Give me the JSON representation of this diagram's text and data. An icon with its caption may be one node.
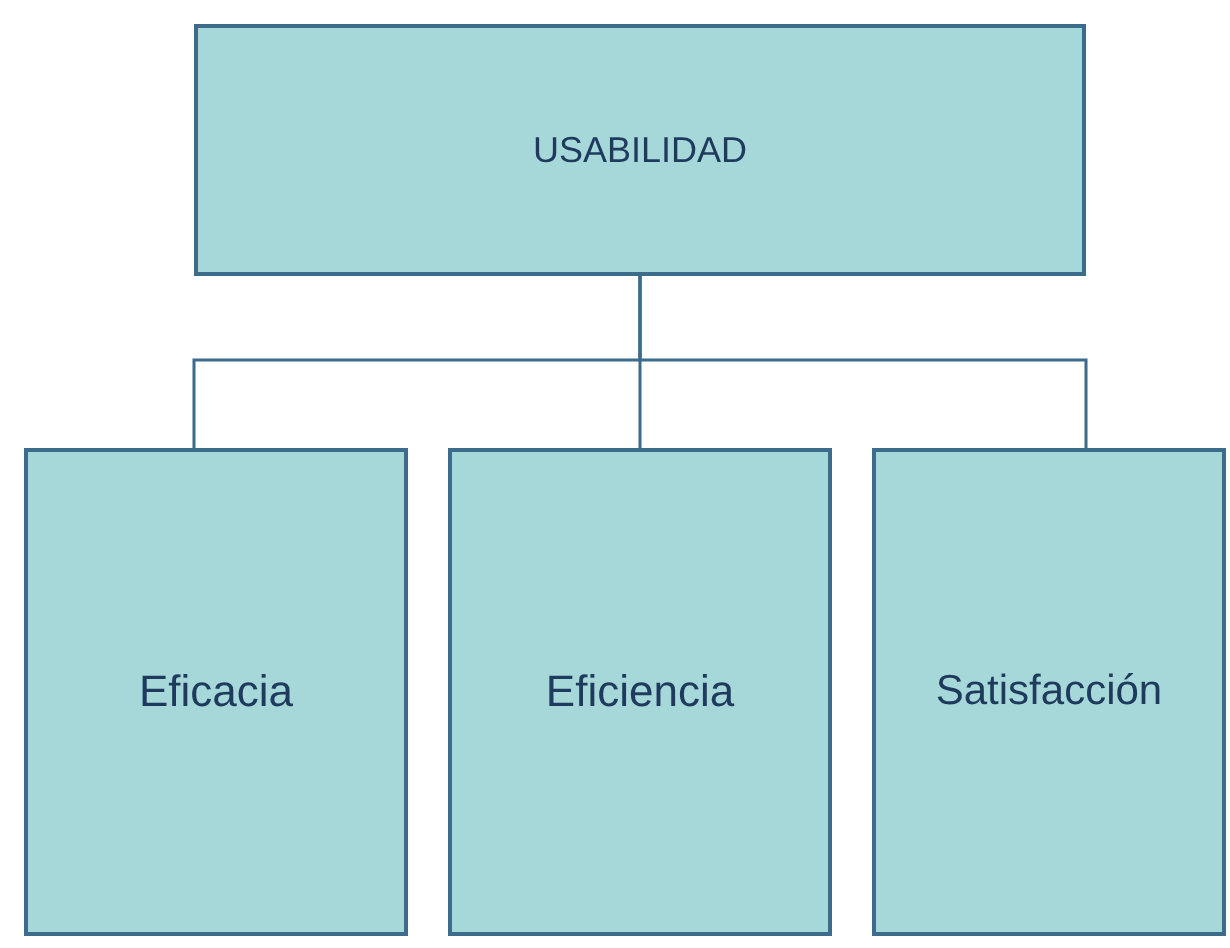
{
  "diagram": {
    "nodes": [
      {
        "text": [
          "USABILIDAD"
        ]
      },
      {
        "text": [
          "Eficacia"
        ]
      },
      {
        "text": [
          "Eficiencia"
        ]
      },
      {
        "text": [
          "Satisfacción"
        ]
      }
    ],
    "edges": [
      {
        "from": 0,
        "to": 1,
        "arrow": "none"
      },
      {
        "from": 0,
        "to": 2,
        "arrow": "none"
      },
      {
        "from": 0,
        "to": 3,
        "arrow": "none"
      }
    ]
  }
}
